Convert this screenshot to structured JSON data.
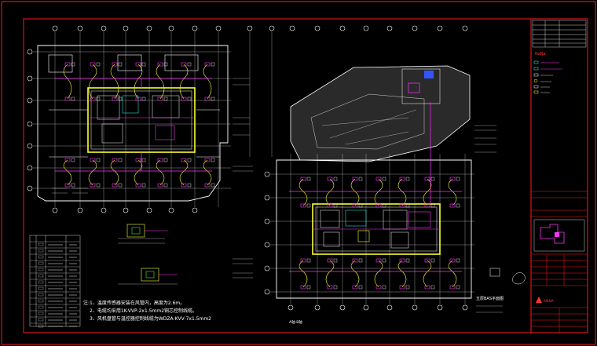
{
  "notes": {
    "line1": "注:1、温度传感器安装在风管内，高度为2.6m。",
    "line2": "2、电缆均采用1K-VVP-2x1.5mm2铜芯控制线缆。",
    "line3": "3、风机盘管与温控器控制线缆为WDZA-KVV-7x1.5mm2"
  },
  "plan_labels": {
    "right_plan_title": "五层BAS平面图",
    "bottom_axis_label": "A轴-B轴"
  },
  "title_block": {
    "brand_mark": "NaNa",
    "company_logo_text": "ANNA"
  },
  "colors": {
    "background": "#000000",
    "border": "#ff1a1a",
    "grid": "#ffffff",
    "conduit": "#ffff33",
    "device": "#ff33ff",
    "equipment": "#33ffff",
    "cable": "#33ff33"
  }
}
